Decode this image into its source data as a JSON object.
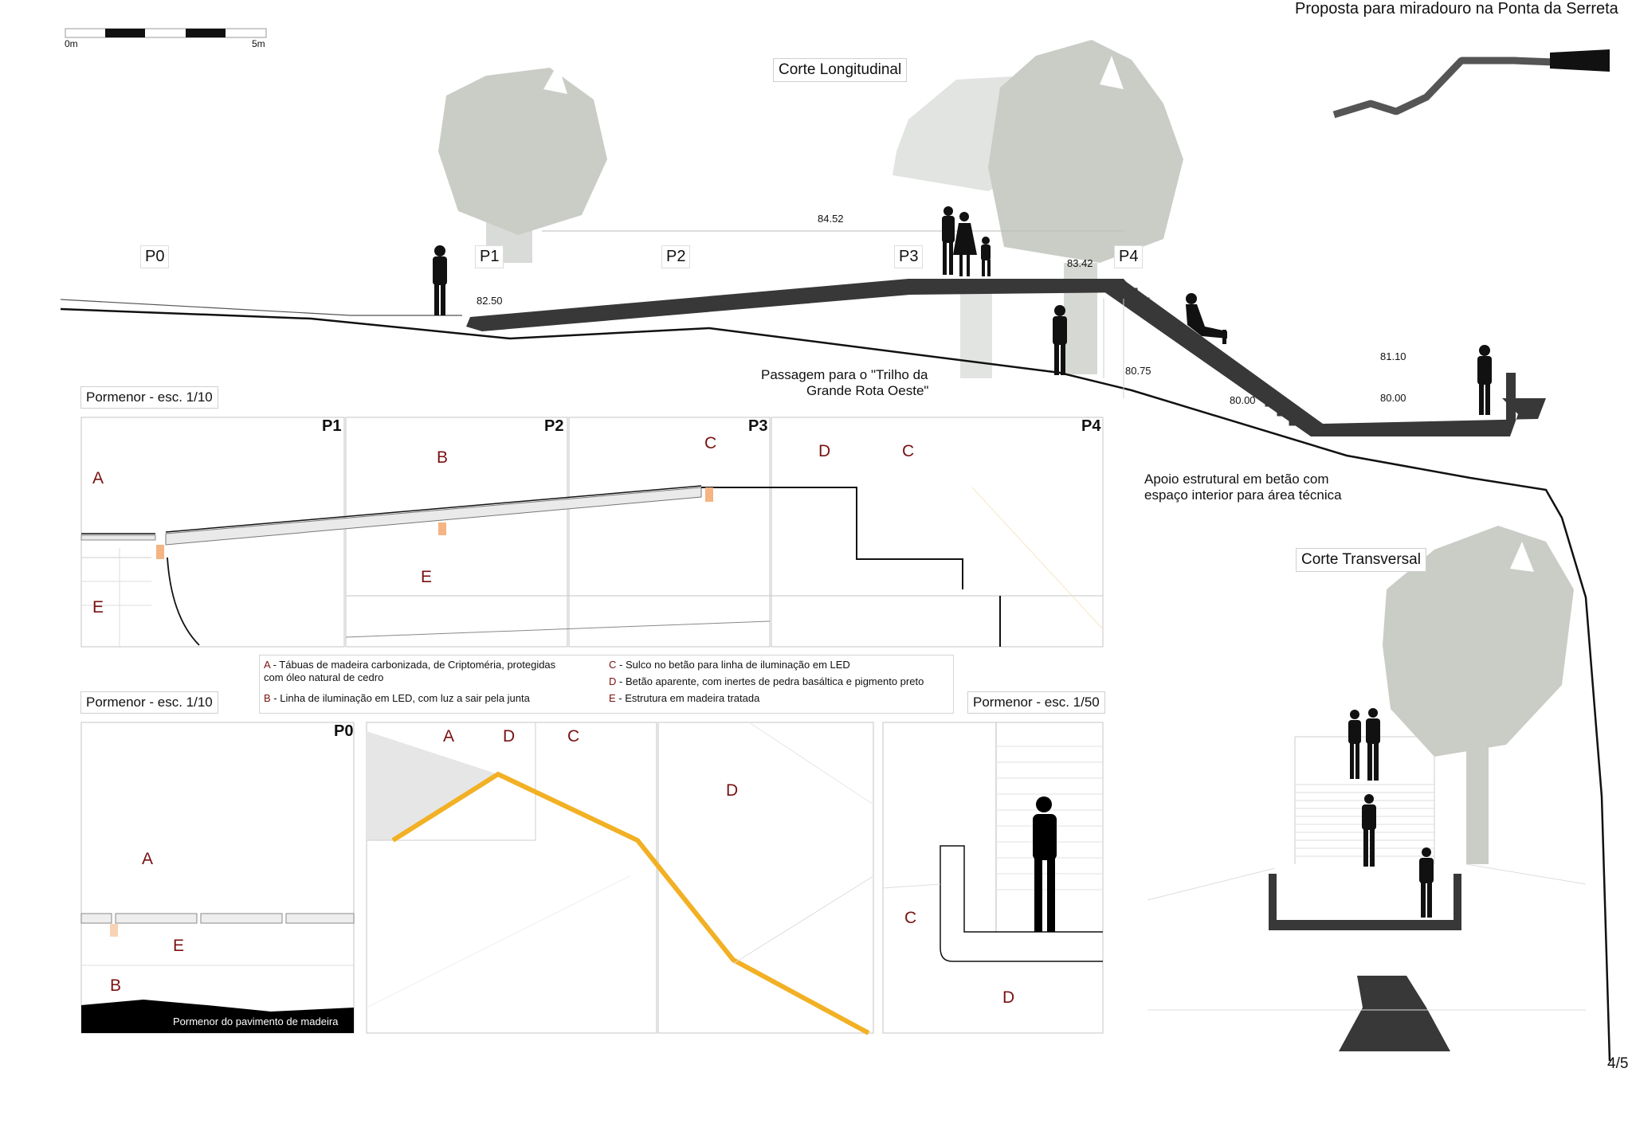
{
  "sheet": {
    "title": "Proposta para miradouro na Ponta da Serreta",
    "page_number": "4/5",
    "scale_bar": {
      "start_label": "0m",
      "end_label": "5m"
    }
  },
  "longitudinal": {
    "title": "Corte Longitudinal",
    "points": [
      "P0",
      "P1",
      "P2",
      "P3",
      "P4"
    ],
    "levels": {
      "l1": "84.52",
      "l2": "83.42",
      "l3": "82.50",
      "l4": "81.10",
      "l5": "80.75",
      "l6": "80.00",
      "l7": "80.00"
    },
    "passage_note": [
      "Passagem para o \"Trilho da",
      "Grande Rota Oeste\""
    ],
    "support_note": [
      "Apoio estrutural em betão com",
      "espaço interior para área técnica"
    ]
  },
  "transversal": {
    "title": "Corte Transversal"
  },
  "detail_top": {
    "title": "Pormenor - esc. 1/10",
    "panels": [
      "P1",
      "P2",
      "P3",
      "P4"
    ],
    "letters": {
      "a": "A",
      "b": "B",
      "c1": "C",
      "d": "D",
      "c2": "C",
      "e1": "E",
      "e2": "E"
    }
  },
  "legend": {
    "a_key": "A",
    "a_text": "- Tábuas de madeira carbonizada, de Criptoméria, protegidas",
    "a_text2": "com óleo natural de cedro",
    "b_key": "B",
    "b_text": "- Linha de iluminação em LED, com luz a sair pela junta",
    "c_key": "C",
    "c_text": "- Sulco no betão para linha de iluminação em LED",
    "d_key": "D",
    "d_text": "- Betão aparente, com inertes de pedra basáltica e pigmento preto",
    "e_key": "E",
    "e_text": "- Estrutura em madeira tratada"
  },
  "detail_bottom_left": {
    "title": "Pormenor - esc. 1/10",
    "panel": "P0",
    "letters": {
      "a": "A",
      "e": "E",
      "b": "B"
    },
    "caption": "Pormenor do pavimento de madeira"
  },
  "detail_middle": {
    "letters": {
      "a": "A",
      "d1": "D",
      "c": "C",
      "d2": "D"
    }
  },
  "detail_right": {
    "title": "Pormenor - esc. 1/50",
    "letters": {
      "c": "C",
      "d": "D"
    }
  },
  "colors": {
    "tree": "#c9cdc6",
    "tree_light": "#e2e4e1",
    "concrete": "#383838",
    "led": "#f2b024",
    "accent_text": "#7a1111"
  }
}
